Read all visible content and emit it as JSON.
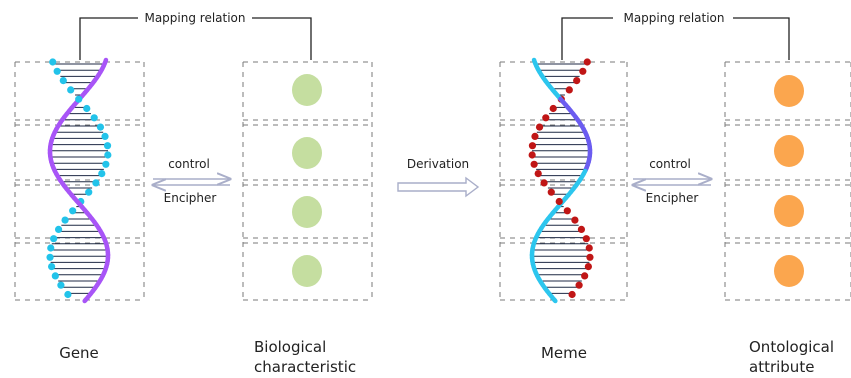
{
  "left_group": {
    "mapping_label": "Mapping relation",
    "gene_label": "Gene",
    "characteristic_label_line1": "Biological",
    "characteristic_label_line2": "characteristic",
    "arrow_top_label": "control",
    "arrow_bottom_label": "Encipher"
  },
  "derivation_label": "Derivation",
  "right_group": {
    "mapping_label": "Mapping relation",
    "meme_label": "Meme",
    "attribute_label_line1": "Ontological",
    "attribute_label_line2": "attribute",
    "arrow_top_label": "control",
    "arrow_bottom_label": "Encipher"
  },
  "colors": {
    "gene_strand": "#a855f7",
    "gene_dots": "#22c3ea",
    "meme_strand_a": "#2cc6ee",
    "meme_strand_b": "#6b5cf0",
    "meme_dots": "#c01616",
    "biological_circle": "#c5dea0",
    "ontological_circle": "#fba64e",
    "rung": "#1f2a44",
    "dashed_box": "#7a7a7a",
    "arrow": "#a9aec9"
  }
}
